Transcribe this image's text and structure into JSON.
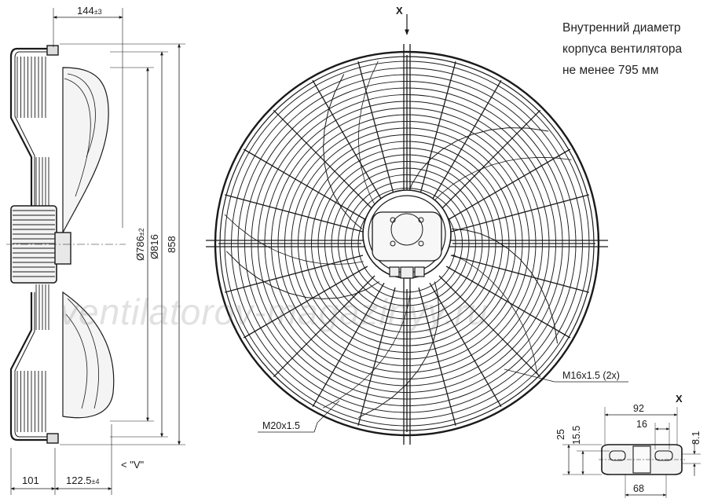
{
  "note": {
    "line1": "Внутренний диаметр",
    "line2": "корпуса вентилятора",
    "line3": "не менее 795 мм"
  },
  "watermark": "ventilatorov-magazinyy.ru",
  "side_view": {
    "dim_depth_main": "144",
    "dim_depth_tol": "±3",
    "dim_bottom_left": "101",
    "dim_bottom_right_main": "122.5",
    "dim_bottom_right_tol": "±4",
    "dim_dia_inner_main": "Ø786",
    "dim_dia_inner_tol": "±2",
    "dim_dia_816": "Ø816",
    "dim_height": "858",
    "view_label": "< \"V\""
  },
  "front_view": {
    "section_label_top": "X",
    "thread_m16": "M16x1.5 (2x)",
    "thread_m20": "M20x1.5"
  },
  "detail_x": {
    "label": "X",
    "dim_92": "92",
    "dim_16": "16",
    "dim_25": "25",
    "dim_15_5": "15.5",
    "dim_8_1": "8.1",
    "dim_68": "68"
  }
}
